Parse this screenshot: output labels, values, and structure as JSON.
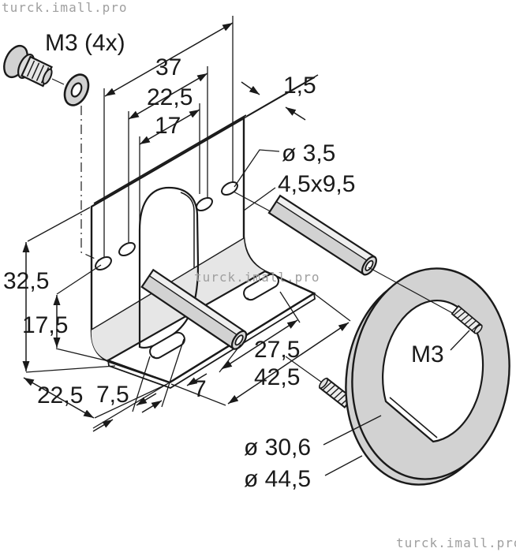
{
  "watermark": {
    "text": "turck.imall.pro",
    "color": "#9f9f9f"
  },
  "drawing": {
    "type": "technical-exploded-view",
    "subject": "L mounting bracket with hex spacers, M3 screws, washer and slotted adapter ring",
    "colors": {
      "line": "#1a1a1a",
      "metal_fill": "#d2d2d2",
      "metal_light": "#ececec",
      "background": "#ffffff"
    },
    "labels": {
      "screw_spec": "M3 (4x)",
      "dim_width_outer": "37",
      "dim_width_holes": "22,5",
      "dim_arch_width": "17",
      "dim_plate_thickness": "1,5",
      "dim_hole_dia": "ø 3,5",
      "dim_slot_size": "4,5x9,5",
      "dim_height_total": "32,5",
      "dim_height_holes": "17,5",
      "dim_slot_spacing": "27,5",
      "dim_base_width": "42,5",
      "dim_base_depth": "22,5",
      "dim_slot_offset_a": "7,5",
      "dim_slot_offset_b": "7",
      "ring_thread": "M3",
      "dim_ring_inner": "ø 30,6",
      "dim_ring_outer": "ø 44,5"
    }
  }
}
